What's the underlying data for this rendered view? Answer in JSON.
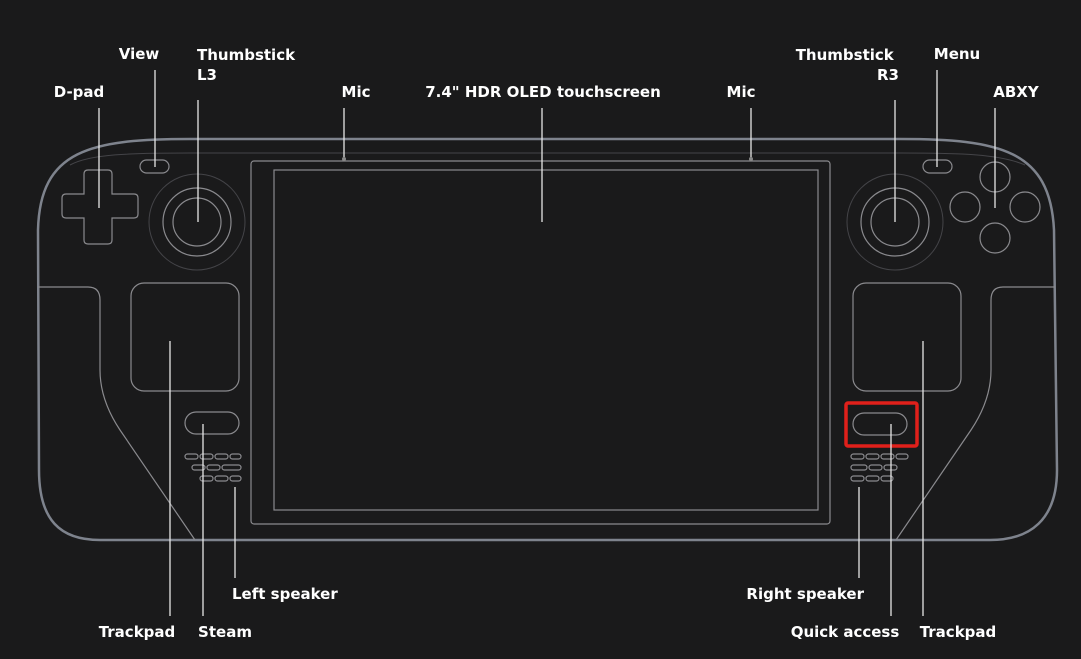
{
  "title": "Steam Deck OLED layout",
  "labels": {
    "dpad": "D-pad",
    "view": "View",
    "thumbstick_l3_line1": "Thumbstick",
    "thumbstick_l3_line2": "L3",
    "mic_left": "Mic",
    "touchscreen": "7.4\" HDR OLED touchscreen",
    "mic_right": "Mic",
    "thumbstick_r3_line1": "Thumbstick",
    "thumbstick_r3_line2": "R3",
    "menu": "Menu",
    "abxy": "ABXY",
    "trackpad_left": "Trackpad",
    "steam": "Steam",
    "left_speaker": "Left speaker",
    "right_speaker": "Right speaker",
    "quick_access": "Quick access",
    "trackpad_right": "Trackpad"
  },
  "highlight": {
    "target": "quick_access",
    "color": "#e0201b"
  },
  "colors": {
    "background": "#1a1a1b",
    "outline": "#7e838d",
    "label": "#ffffff"
  }
}
